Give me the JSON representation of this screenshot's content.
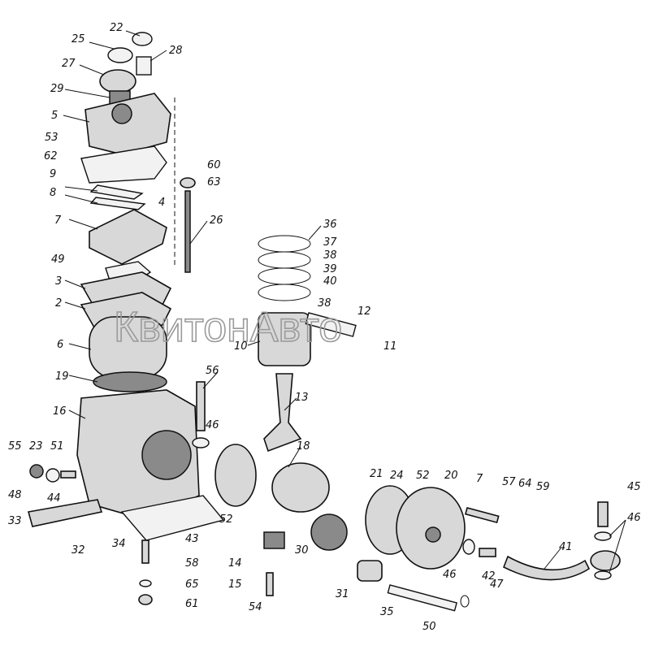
{
  "watermark": "КвитонАвто",
  "labels": [
    "25",
    "22",
    "28",
    "27",
    "29",
    "5",
    "53",
    "62",
    "9",
    "8",
    "4",
    "60",
    "63",
    "26",
    "7",
    "49",
    "3",
    "2",
    "6",
    "19",
    "16",
    "56",
    "46",
    "55",
    "23",
    "51",
    "48",
    "44",
    "33",
    "32",
    "34",
    "43",
    "58",
    "65",
    "61",
    "54",
    "15",
    "14",
    "30",
    "52",
    "18",
    "13",
    "10",
    "12",
    "11",
    "36",
    "37",
    "38",
    "39",
    "40",
    "38",
    "21",
    "24",
    "52",
    "20",
    "7",
    "57",
    "64",
    "59",
    "45",
    "46",
    "41",
    "46",
    "42",
    "47",
    "31",
    "35",
    "50"
  ]
}
